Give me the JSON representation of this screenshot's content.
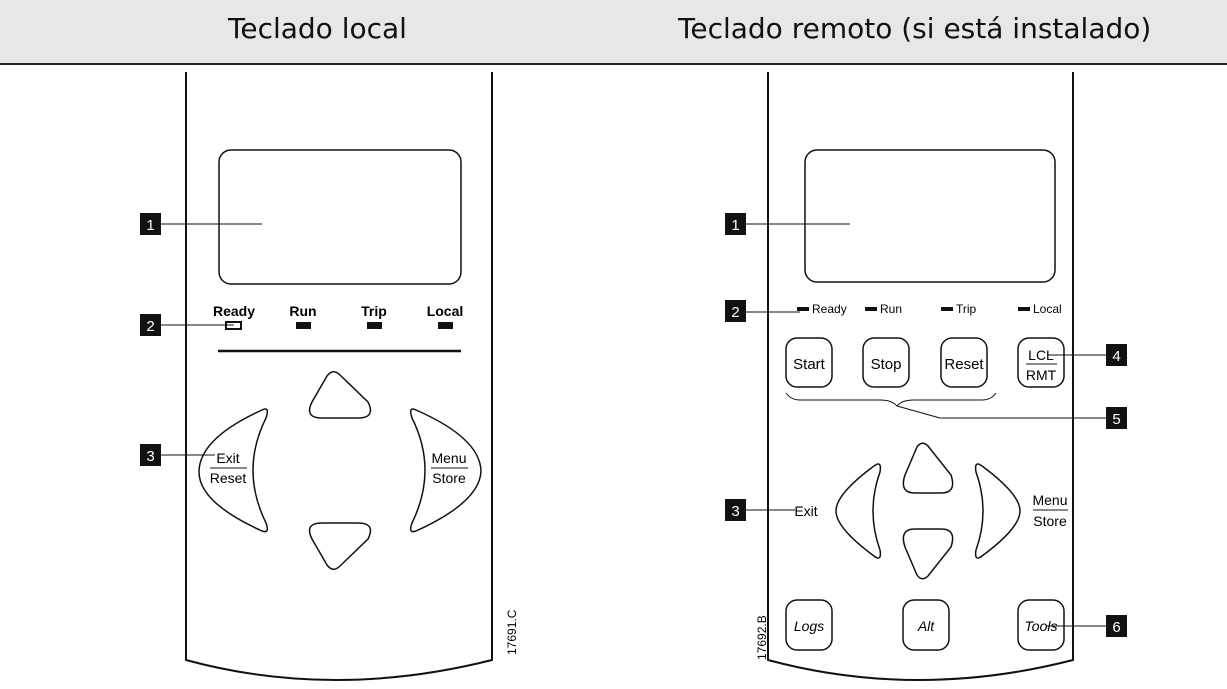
{
  "header": {
    "local_title": "Teclado local",
    "remote_title": "Teclado remoto (si está instalado)"
  },
  "local_keypad": {
    "leds": [
      "Ready",
      "Run",
      "Trip",
      "Local"
    ],
    "exit_label": "Exit",
    "reset_label": "Reset",
    "menu_label": "Menu",
    "store_label": "Store",
    "figure_code": "17691.C",
    "callouts": [
      "1",
      "2",
      "3"
    ]
  },
  "remote_keypad": {
    "leds": [
      "Ready",
      "Run",
      "Trip",
      "Local"
    ],
    "start_label": "Start",
    "stop_label": "Stop",
    "reset_label": "Reset",
    "lcl_label": "LCL",
    "rmt_label": "RMT",
    "exit_label": "Exit",
    "menu_label": "Menu",
    "store_label": "Store",
    "logs_label": "Logs",
    "alt_label": "Alt",
    "tools_label": "Tools",
    "figure_code": "17692.B",
    "callouts": [
      "1",
      "2",
      "4",
      "5",
      "3",
      "6"
    ]
  },
  "colors": {
    "header_bg": "#e7e7e7",
    "ink": "#111111",
    "callout_bg": "#111111",
    "callout_fg": "#ffffff"
  }
}
